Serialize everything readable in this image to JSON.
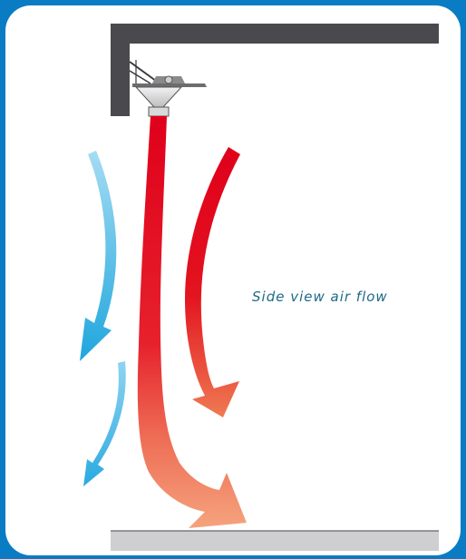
{
  "caption": "Side view air flow",
  "colors": {
    "frame_blue": "#0a7cc4",
    "ceiling": "#4a4a4e",
    "floor": "#cfcfd1",
    "hot_air_top": "#e0001b",
    "hot_air_bottom": "#f5a37d",
    "cool_air_light": "#9dd8f2",
    "cool_air_dark": "#1fa6dd",
    "caption_text": "#1e6a86"
  },
  "icons": {
    "heater": "ceiling-mounted-heater-icon",
    "hot_jet": "hot-air-jet",
    "return_arrow": "curved-arrow"
  }
}
